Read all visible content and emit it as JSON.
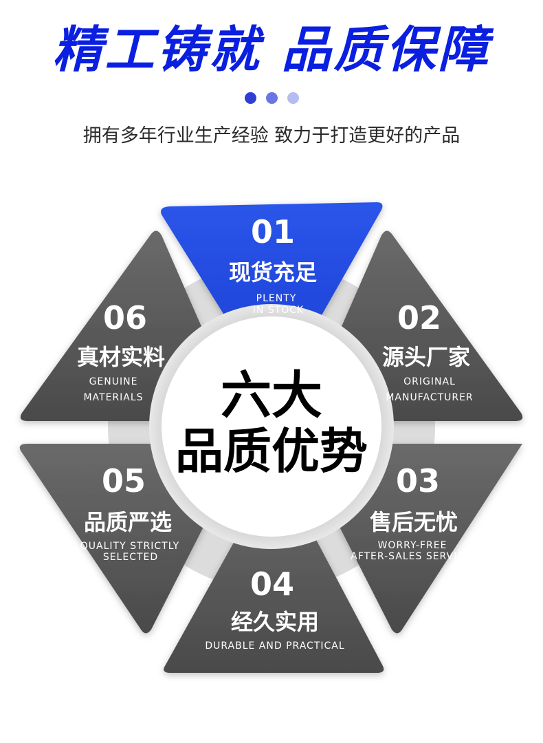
{
  "header": {
    "headline": "精工铸就 品质保障",
    "subline": "拥有多年行业生产经验 致力于打造更好的产品"
  },
  "center": {
    "line1": "六大",
    "line2": "品质优势"
  },
  "colors": {
    "accent": "#1f49e0",
    "segment": "#5f5f5f",
    "headline": "#0a1fe0"
  },
  "advantages": [
    {
      "number": "01",
      "title": "现货充足",
      "en1": "PLENTY",
      "en2": "IN STOCK"
    },
    {
      "number": "02",
      "title": "源头厂家",
      "en1": "ORIGINAL",
      "en2": "MANUFACTURER"
    },
    {
      "number": "03",
      "title": "售后无忧",
      "en1": "WORRY-FREE",
      "en2": "AFTER-SALES SERVICE"
    },
    {
      "number": "04",
      "title": "经久实用",
      "en1": "DURABLE AND PRACTICAL",
      "en2": ""
    },
    {
      "number": "05",
      "title": "品质严选",
      "en1": "QUALITY STRICTLY",
      "en2": "SELECTED"
    },
    {
      "number": "06",
      "title": "真材实料",
      "en1": "GENUINE",
      "en2": "MATERIALS"
    }
  ]
}
